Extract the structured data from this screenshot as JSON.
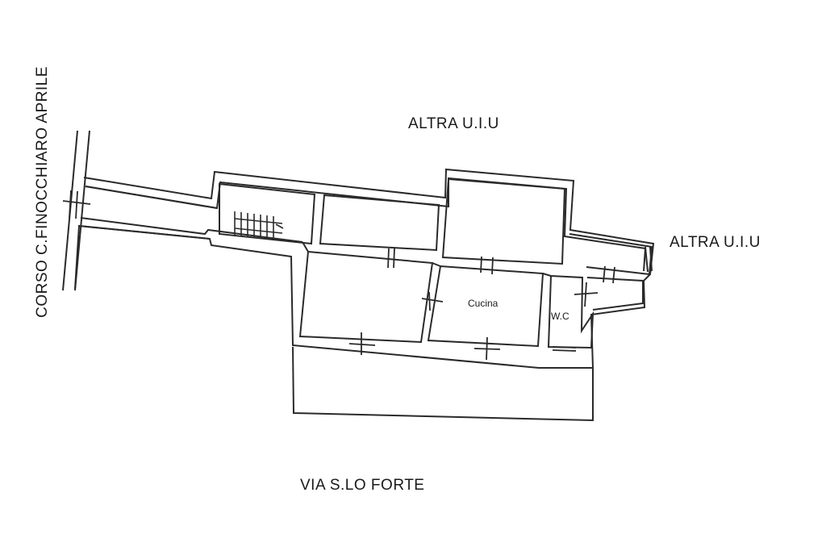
{
  "labels": {
    "street_left": "CORSO C.FINOCCHIARO APRILE",
    "neighbor_top": "ALTRA U.I.U",
    "neighbor_right": "ALTRA U.I.U",
    "street_bottom": "VIA S.LO FORTE",
    "kitchen": "Cucina",
    "wc": "W.C"
  }
}
